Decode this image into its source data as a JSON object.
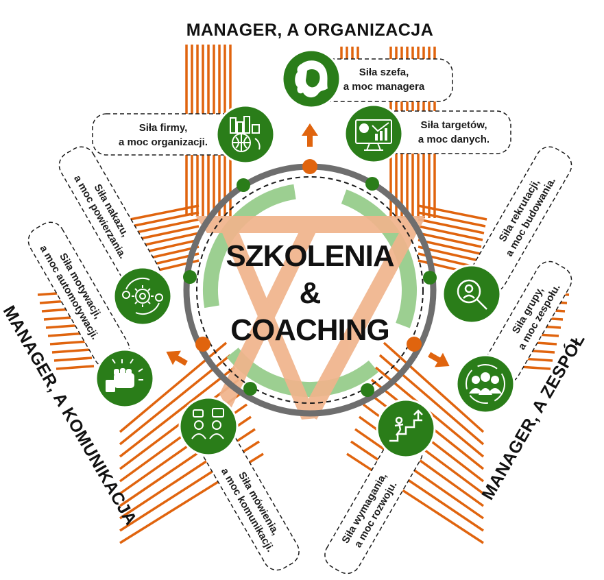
{
  "center": {
    "line1": "SZKOLENIA",
    "line2": "&",
    "line3": "COACHING"
  },
  "sections": {
    "top": "MANAGER, A ORGANIZACJA",
    "left": "MANAGER, A KOMUNIKACJA",
    "right": "MANAGER, A ZESPÓŁ"
  },
  "callouts": {
    "szef": {
      "line1": "Siła szefa,",
      "line2": "a moc managera",
      "icon": "lion-head-icon"
    },
    "firma": {
      "line1": "Siła firmy,",
      "line2": "a moc organizacji.",
      "icon": "city-globe-icon"
    },
    "target": {
      "line1": "Siła targetów,",
      "line2": "a moc danych.",
      "icon": "analytics-monitor-icon"
    },
    "nakaz": {
      "line1": "Siła nakazu,",
      "line2": "a moc powierzania.",
      "icon": "gear-cycle-icon"
    },
    "motyw": {
      "line1": "Siła motywacji,",
      "line2": "a moc automotywacji.",
      "icon": "fist-icon"
    },
    "mowa": {
      "line1": "Siła mówienia,",
      "line2": "a moc komunikacji.",
      "icon": "people-chat-icon"
    },
    "rekrut": {
      "line1": "Siła rekrutacji,",
      "line2": "a moc budowania.",
      "icon": "magnifier-person-icon"
    },
    "grupa": {
      "line1": "Siła grupy,",
      "line2": "a moc zespołu.",
      "icon": "team-icon"
    },
    "wymag": {
      "line1": "Siła wymagania,",
      "line2": "a moc rozwoju.",
      "icon": "stairs-climb-icon"
    }
  },
  "colors": {
    "green": "#2a7d19",
    "light_green": "#9ccf91",
    "orange": "#e0640e",
    "light_orange": "#f0b48c",
    "ring": "#6e6e6e"
  }
}
